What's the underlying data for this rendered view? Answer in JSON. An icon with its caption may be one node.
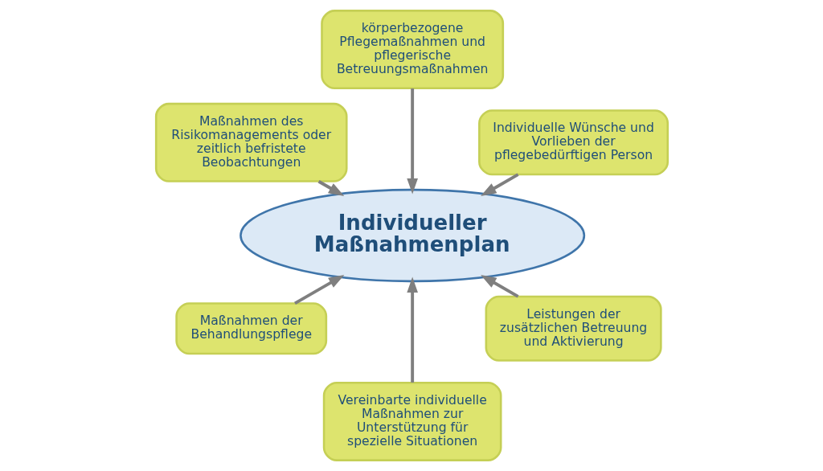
{
  "diagram": {
    "nodes": [
      {
        "text": [
          "Individuelle Wünsche und Vorlieben der pflegebedürftigen Person"
        ]
      },
      {
        "text": [
          "körperbezogene Pflegemaßnahmen und pflegerische Betreuungsmaßnahmen"
        ]
      },
      {
        "text": [
          "Leistungen der zusätzlichen Betreuung und Aktivierung"
        ]
      },
      {
        "text": [
          "Individueller Maßnahmenplan"
        ]
      },
      {
        "text": [
          "Maßnahmen des Risikomanagements oder zeitlich befristete Beobachtungen"
        ]
      },
      {
        "text": [
          "Vereinbarte individuelle Maßnahmen zur Unterstützung für spezielle Situationen"
        ]
      },
      {
        "text": [
          "Maßnahmen der Behandlungspflege"
        ]
      }
    ],
    "edges": [
      {
        "from": 0,
        "to": 3,
        "arrow": "to"
      },
      {
        "from": 1,
        "to": 3,
        "arrow": "to"
      },
      {
        "from": 2,
        "to": 3,
        "arrow": "to"
      },
      {
        "from": 4,
        "to": 3,
        "arrow": "to"
      },
      {
        "from": 5,
        "to": 3,
        "arrow": "to"
      },
      {
        "from": 6,
        "to": 3,
        "arrow": "to"
      }
    ]
  }
}
